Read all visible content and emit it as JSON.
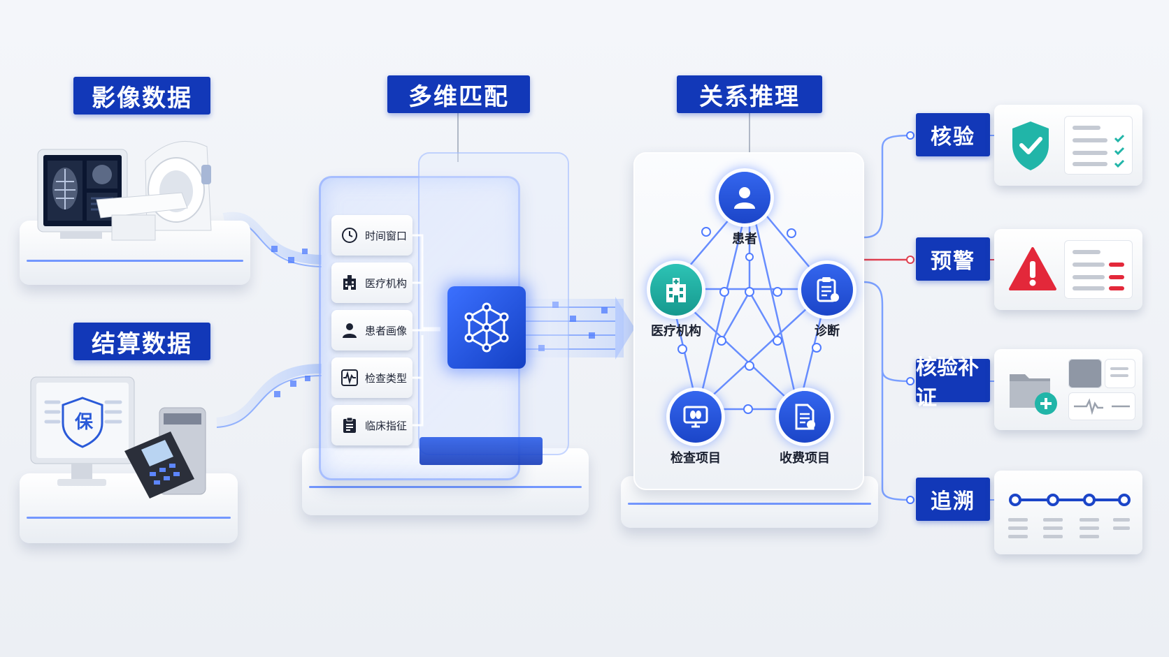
{
  "sections": {
    "imaging": "影像数据",
    "settlement": "结算数据",
    "matching": "多维匹配",
    "reasoning": "关系推理"
  },
  "settlement_icon_char": "保",
  "filters": [
    {
      "label": "时间窗口",
      "icon": "clock-icon"
    },
    {
      "label": "医疗机构",
      "icon": "hospital-building-icon"
    },
    {
      "label": "患者画像",
      "icon": "person-icon"
    },
    {
      "label": "检查类型",
      "icon": "waveform-icon"
    },
    {
      "label": "临床指征",
      "icon": "clipboard-icon"
    }
  ],
  "graph_nodes": {
    "patient": "患者",
    "institution": "医疗机构",
    "diagnosis": "诊断",
    "exam": "检查项目",
    "fee": "收费项目"
  },
  "outputs": [
    {
      "label": "核验",
      "icon": "shield-check-icon"
    },
    {
      "label": "预警",
      "icon": "warning-triangle-icon"
    },
    {
      "label": "核验补证",
      "icon": "folder-plus-icon"
    },
    {
      "label": "追溯",
      "icon": "timeline-icon"
    }
  ],
  "colors": {
    "brand_blue": "#1238b8",
    "accent_blue": "#2f5fe0",
    "teal": "#21b5a8",
    "alert_red": "#e3283a"
  }
}
